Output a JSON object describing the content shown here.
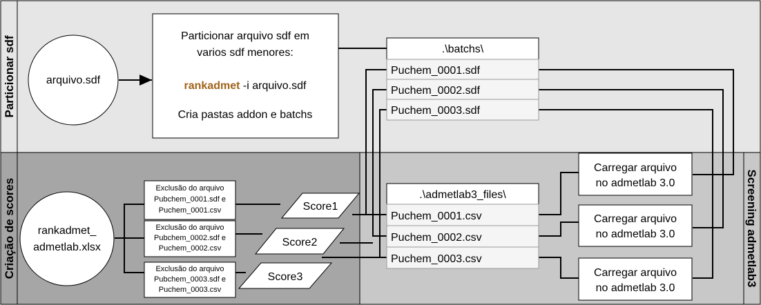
{
  "lanes": {
    "top": {
      "label": "Particionar sdf"
    },
    "bottom_left": {
      "label": "Criação de scores"
    },
    "right": {
      "label": "Screening admetlab3"
    }
  },
  "nodes": {
    "input_sdf": {
      "label": "arquivo.sdf"
    },
    "partition": {
      "line1": "Particionar arquivo sdf em",
      "line2": "varios sdf menores:",
      "cmd": "rankadmet",
      "args": " -i arquivo.sdf",
      "line4": "Cria pastas addon e batchs"
    },
    "batchs": {
      "header": ".\\batchs\\",
      "items": [
        "Puchem_0001.sdf",
        "Puchem_0002.sdf",
        "Puchem_0003.sdf"
      ]
    },
    "admet_files": {
      "header": ".\\admetlab3_files\\",
      "items": [
        "Puchem_0001.csv",
        "Puchem_0002.csv",
        "Puchem_0003.csv"
      ]
    },
    "upload": {
      "line1": "Carregar arquivo",
      "line2": "no admetlab 3.0"
    },
    "rank": {
      "line1": "rankadmet_",
      "line2": "admetlab.xlsx"
    },
    "scores": [
      "Score1",
      "Score2",
      "Score3"
    ],
    "deletions": [
      {
        "line1": "Exclusão do arquivo",
        "line2": "Pubchem_0001.sdf e",
        "line3": "Puchem_0001.csv"
      },
      {
        "line1": "Exclusão do arquivo",
        "line2": "Pubchem_0002.sdf e",
        "line3": "Puchem_0002.csv"
      },
      {
        "line1": "Exclusão do arquivo",
        "line2": "Pubchem_0003.sdf e",
        "line3": "Puchem_0003.csv"
      }
    ]
  },
  "colors": {
    "top_lane": "#e6e6e6",
    "bottom_lane": "#a6a6a6",
    "right_lane": "#c8c8c8",
    "item_fill": "#f5f5f5",
    "item_text": "#333333",
    "cmd": "#a0631a"
  }
}
